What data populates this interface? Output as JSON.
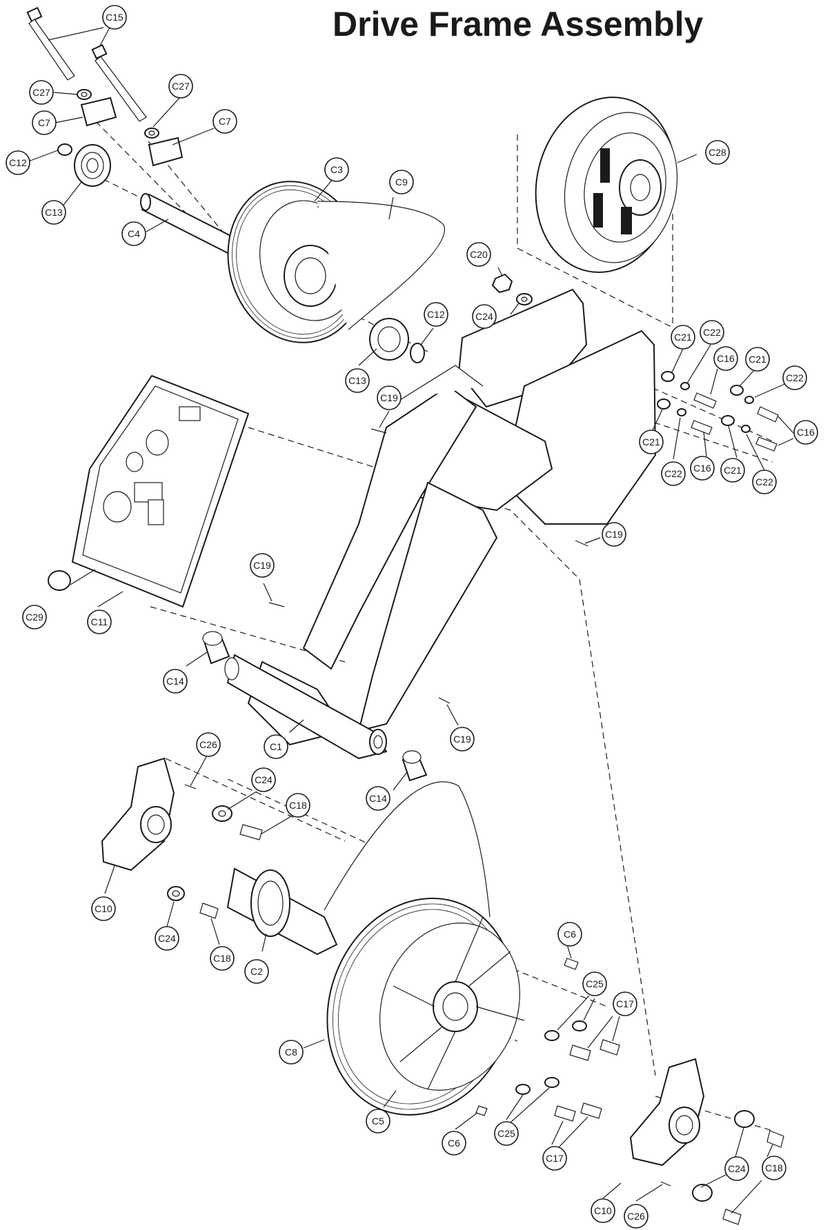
{
  "title": "Drive Frame Assembly",
  "colors": {
    "ink": "#1a1a1a",
    "paper": "#ffffff"
  },
  "callouts": [
    {
      "id": "c15",
      "label": "C15"
    },
    {
      "id": "c27a",
      "label": "C27"
    },
    {
      "id": "c27b",
      "label": "C27"
    },
    {
      "id": "c7a",
      "label": "C7"
    },
    {
      "id": "c7b",
      "label": "C7"
    },
    {
      "id": "c12a",
      "label": "C12"
    },
    {
      "id": "c13a",
      "label": "C13"
    },
    {
      "id": "c4",
      "label": "C4"
    },
    {
      "id": "c3",
      "label": "C3"
    },
    {
      "id": "c9",
      "label": "C9"
    },
    {
      "id": "c28",
      "label": "C28"
    },
    {
      "id": "c20",
      "label": "C20"
    },
    {
      "id": "c24a",
      "label": "C24"
    },
    {
      "id": "c12b",
      "label": "C12"
    },
    {
      "id": "c13b",
      "label": "C13"
    },
    {
      "id": "c19a",
      "label": "C19"
    },
    {
      "id": "c21a",
      "label": "C21"
    },
    {
      "id": "c22a",
      "label": "C22"
    },
    {
      "id": "c16a",
      "label": "C16"
    },
    {
      "id": "c21b",
      "label": "C21"
    },
    {
      "id": "c22b",
      "label": "C22"
    },
    {
      "id": "c16b",
      "label": "C16"
    },
    {
      "id": "c21c",
      "label": "C21"
    },
    {
      "id": "c22c",
      "label": "C22"
    },
    {
      "id": "c16c",
      "label": "C16"
    },
    {
      "id": "c21d",
      "label": "C21"
    },
    {
      "id": "c22d",
      "label": "C22"
    },
    {
      "id": "c19b",
      "label": "C19"
    },
    {
      "id": "c19c",
      "label": "C19"
    },
    {
      "id": "c29",
      "label": "C29"
    },
    {
      "id": "c11",
      "label": "C11"
    },
    {
      "id": "c14a",
      "label": "C14"
    },
    {
      "id": "c1",
      "label": "C1"
    },
    {
      "id": "c19d",
      "label": "C19"
    },
    {
      "id": "c14b",
      "label": "C14"
    },
    {
      "id": "c26a",
      "label": "C26"
    },
    {
      "id": "c24b",
      "label": "C24"
    },
    {
      "id": "c18a",
      "label": "C18"
    },
    {
      "id": "c10a",
      "label": "C10"
    },
    {
      "id": "c24c",
      "label": "C24"
    },
    {
      "id": "c18b",
      "label": "C18"
    },
    {
      "id": "c2",
      "label": "C2"
    },
    {
      "id": "c6a",
      "label": "C6"
    },
    {
      "id": "c25a",
      "label": "C25"
    },
    {
      "id": "c17a",
      "label": "C17"
    },
    {
      "id": "c8",
      "label": "C8"
    },
    {
      "id": "c5",
      "label": "C5"
    },
    {
      "id": "c6b",
      "label": "C6"
    },
    {
      "id": "c25b",
      "label": "C25"
    },
    {
      "id": "c17b",
      "label": "C17"
    },
    {
      "id": "c24d",
      "label": "C24"
    },
    {
      "id": "c18c",
      "label": "C18"
    },
    {
      "id": "c10b",
      "label": "C10"
    },
    {
      "id": "c26b",
      "label": "C26"
    }
  ]
}
